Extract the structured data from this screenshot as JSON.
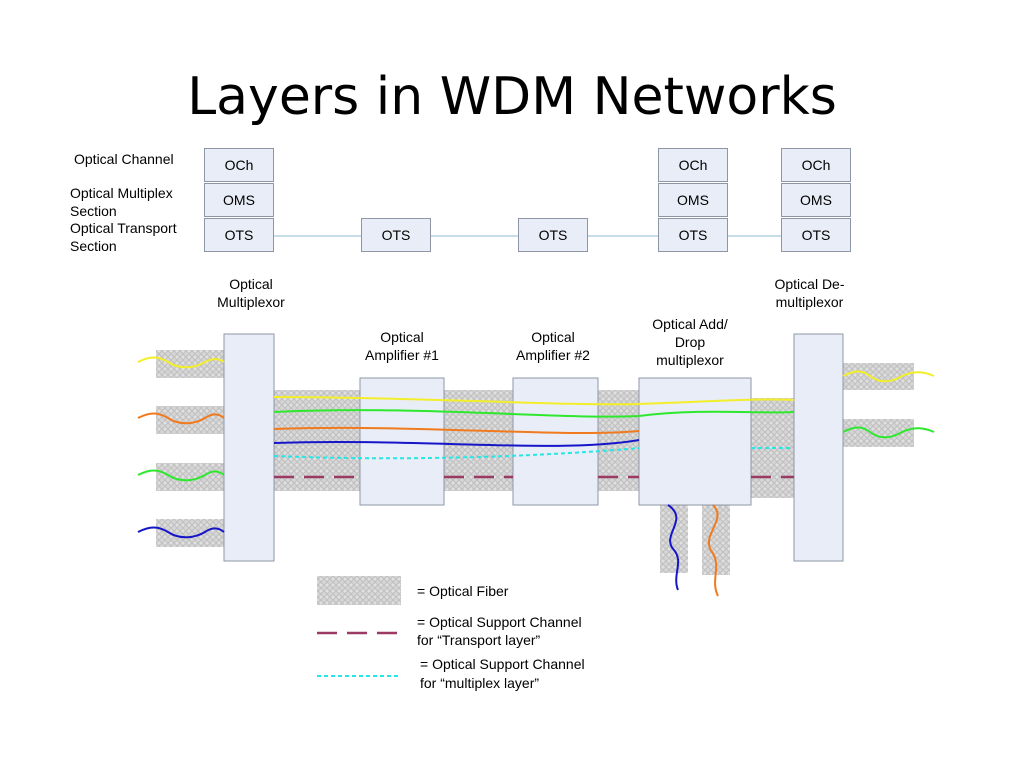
{
  "title": "Layers in WDM Networks",
  "layer_labels": {
    "och": "Optical Channel",
    "oms": "Optical Multiplex Section",
    "ots": "Optical Transport Section"
  },
  "stacks": {
    "och": "OCh",
    "oms": "OMS",
    "ots": "OTS"
  },
  "devices": {
    "mux": "Optical Multiplexor",
    "amp1": "Optical Amplifier #1",
    "amp2": "Optical Amplifier #2",
    "oadm": "Optical Add/ Drop multiplexor",
    "demux": "Optical De-multiplexor"
  },
  "legend": {
    "fiber": "= Optical Fiber",
    "transport_line1": "= Optical Support Channel",
    "transport_line2": "for “Transport layer”",
    "multiplex_line1": "= Optical Support Channel",
    "multiplex_line2": "for “multiplex layer”"
  },
  "colors": {
    "wavelength_yellow": "#f2ee2a",
    "wavelength_green": "#2ee82e",
    "wavelength_orange": "#f07a1e",
    "wavelength_blue": "#1616c8",
    "support_transport": "#9b3a62",
    "support_multiplex": "#27e6e6",
    "box_fill": "#e9edf7",
    "box_border": "#8e96a6"
  }
}
